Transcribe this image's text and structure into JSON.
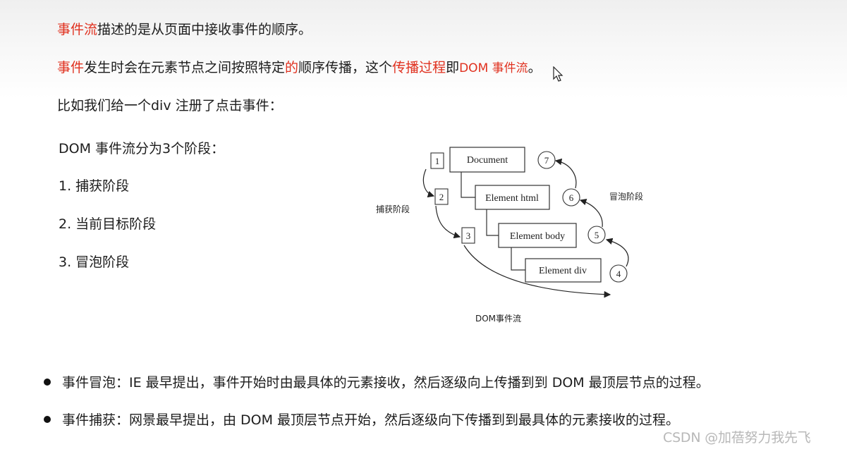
{
  "slide": {
    "line1": {
      "red": "事件流",
      "rest": "描述的是从页面中接收事件的顺序。"
    },
    "line2": {
      "p1_red": "事件",
      "p2": "发生时会在元素节点之间按照特定",
      "p3_red": "的",
      "p4": "顺序传播，这个",
      "p5_red": "传播过程",
      "p6": "即",
      "p7_red": "DOM 事件流",
      "p8": "。"
    },
    "line3": "比如我们给一个div 注册了点击事件：",
    "phases_title": "DOM 事件流分为3个阶段：",
    "phases": [
      "1. 捕获阶段",
      "2. 当前目标阶段",
      "3. 冒泡阶段"
    ],
    "bullets": [
      "事件冒泡：IE 最早提出，事件开始时由最具体的元素接收，然后逐级向上传播到到 DOM 最顶层节点的过程。",
      "事件捕获：网景最早提出，由 DOM 最顶层节点开始，然后逐级向下传播到到最具体的元素接收的过程。"
    ]
  },
  "diagram": {
    "nodes": [
      "Document",
      "Element html",
      "Element body",
      "Element div"
    ],
    "capture_steps": [
      "1",
      "2",
      "3"
    ],
    "bubble_steps": [
      "4",
      "5",
      "6",
      "7"
    ],
    "capture_label": "捕获阶段",
    "bubble_label": "冒泡阶段",
    "caption": "DOM事件流"
  },
  "watermark": "CSDN @加蓓努力我先飞"
}
